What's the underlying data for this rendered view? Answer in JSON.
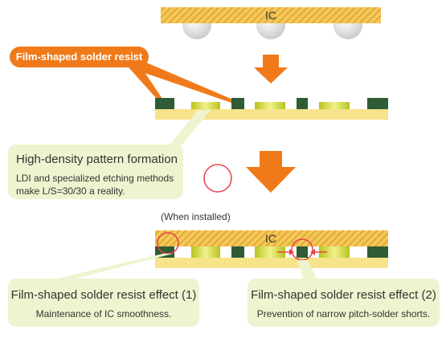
{
  "top": {
    "ic_label": "IC"
  },
  "resist_label": "Film-shaped solder resist",
  "density_callout": {
    "title": "High-density pattern formation",
    "line1": "LDI and specialized etching methods",
    "line2": "make L/S=30/30 a reality."
  },
  "installed": {
    "caption": "(When installed)",
    "ic_label": "IC"
  },
  "effect1": {
    "title": "Film-shaped solder resist effect (1)",
    "desc": "Maintenance of IC smoothness."
  },
  "effect2": {
    "title": "Film-shaped solder resist effect (2)",
    "desc": "Prevention of narrow pitch-solder shorts."
  },
  "colors": {
    "orange": "#f07a1a",
    "resist_green": "#2f5c35",
    "substrate_yellow": "#f6e38a",
    "ic_hatch": "#f2c24a",
    "callout_bg": "#eef4cf",
    "circle_red": "#e8424a"
  },
  "icons": [
    "down-arrow",
    "circle-highlight",
    "red-arrow"
  ]
}
